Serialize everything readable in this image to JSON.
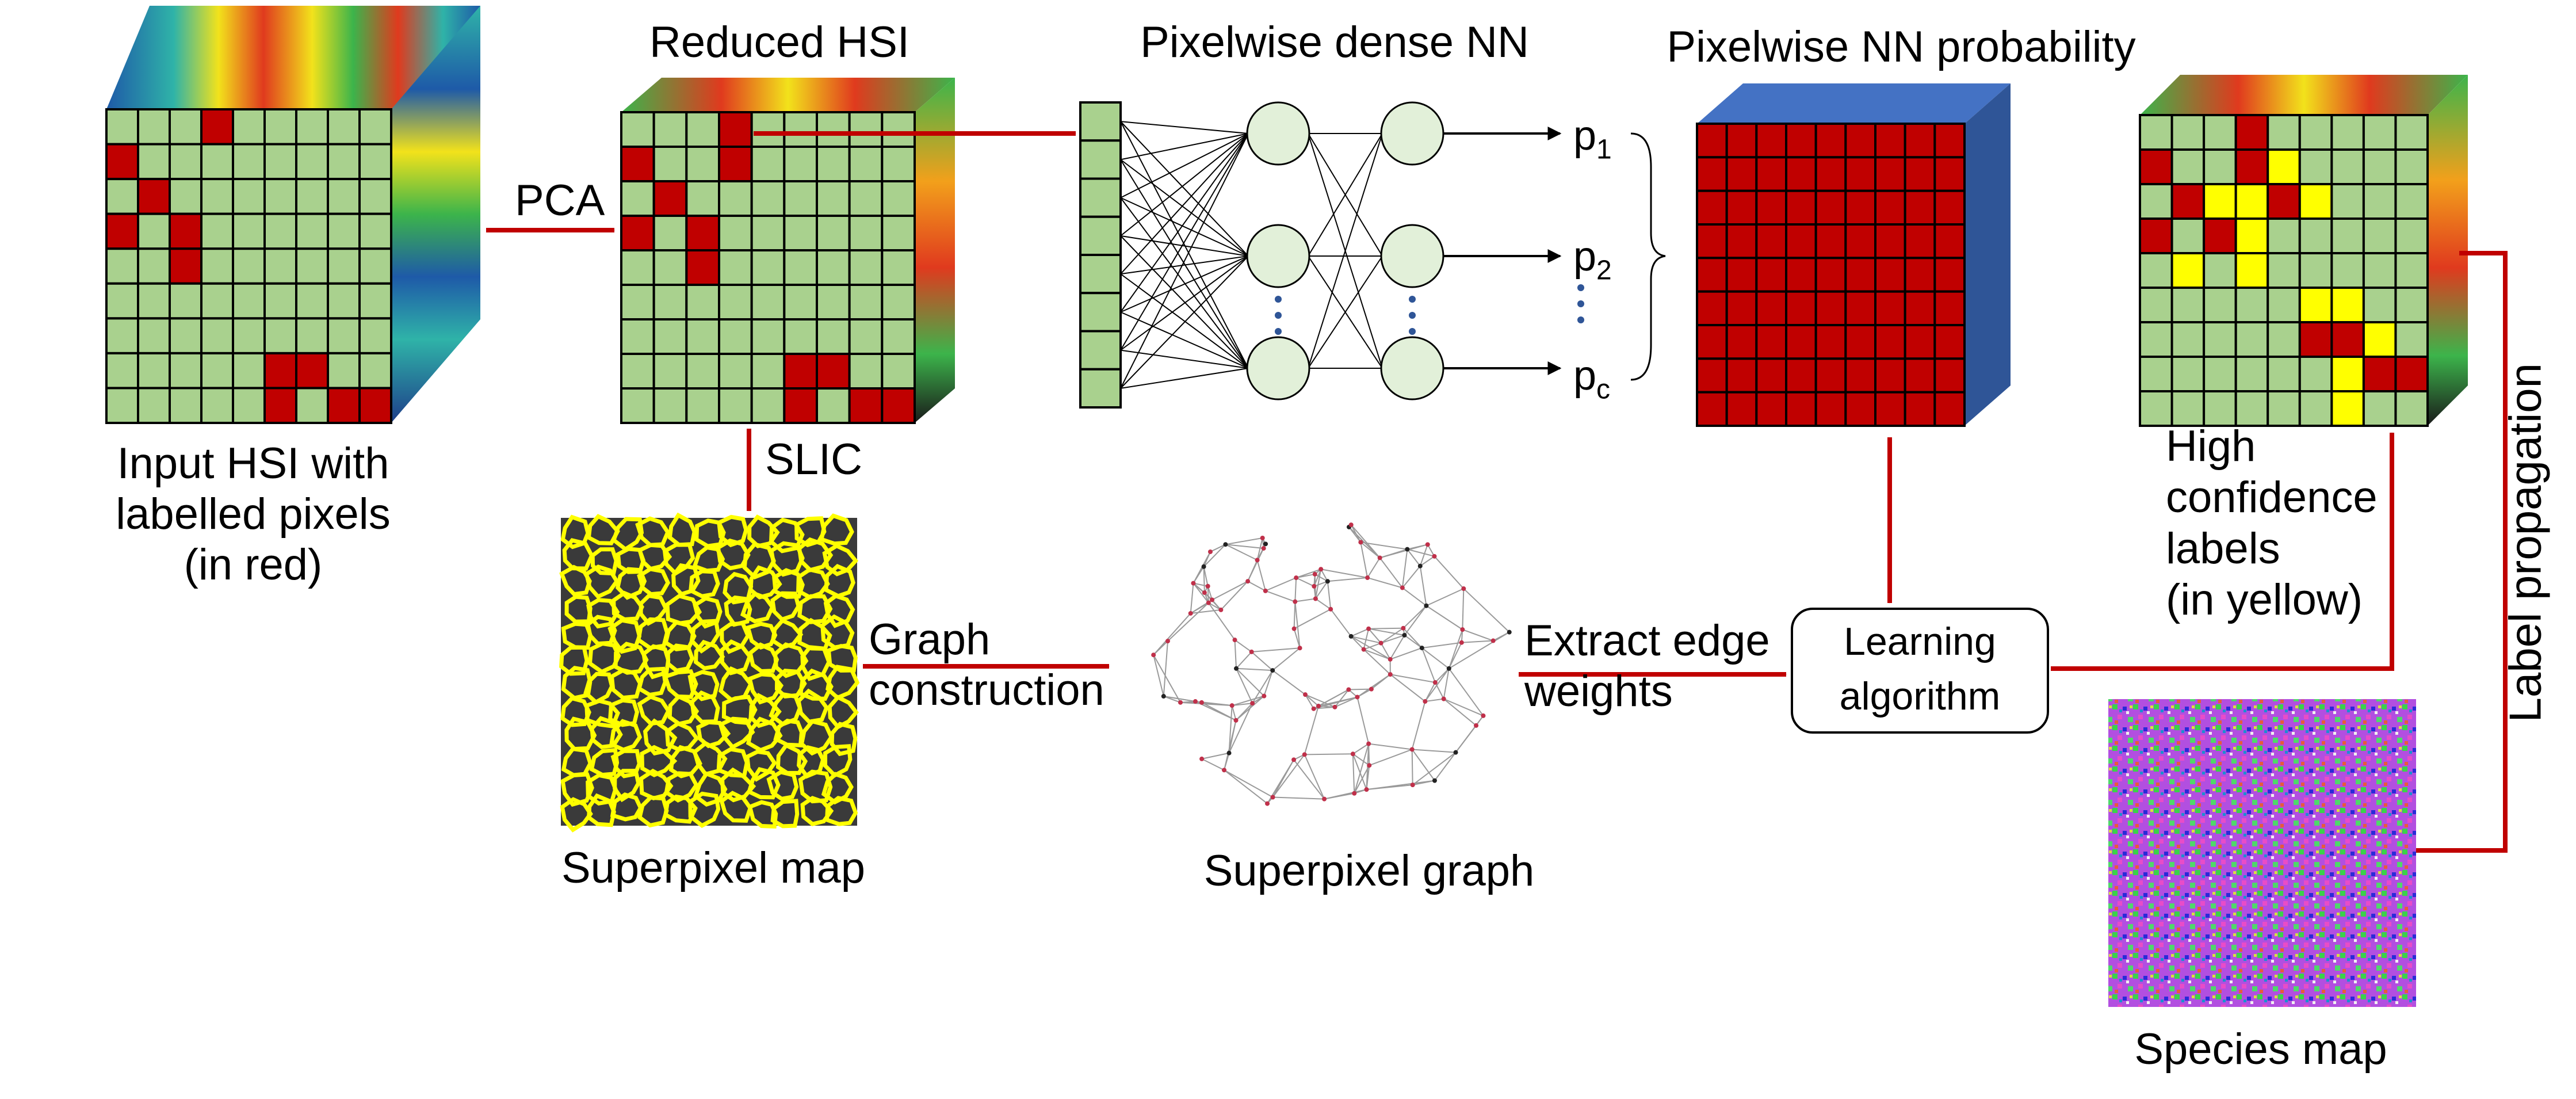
{
  "labels": {
    "input_hsi": [
      "Input HSI with",
      "labelled pixels",
      "(in red)"
    ],
    "pca": "PCA",
    "reduced_hsi": "Reduced HSI",
    "slic": "SLIC",
    "pixelwise_dense_nn": "Pixelwise dense NN",
    "pixelwise_nn_probability": "Pixelwise NN probability",
    "p1": "p",
    "p1_sub": "1",
    "p2": "p",
    "p2_sub": "2",
    "pc": "p",
    "pc_sub": "c",
    "superpixel_map": "Superpixel map",
    "graph_construction": [
      "Graph",
      "construction"
    ],
    "superpixel_graph": "Superpixel graph",
    "extract_edge_weights": [
      "Extract edge",
      "weights"
    ],
    "learning_algorithm": [
      "Learning",
      "algorithm"
    ],
    "high_confidence_labels": [
      "High",
      "confidence",
      "labels",
      "(in yellow)"
    ],
    "label_propagation": "Label propagation",
    "species_map": "Species map"
  },
  "colors": {
    "arrow": "#c00000",
    "cell_green": "#a9d18e",
    "cell_red": "#c00000",
    "cell_yellow": "#ffff00",
    "cube_blue_top": "#4472c4",
    "cube_blue_side": "#2f5597",
    "superpixel_boundary": "#ffff00",
    "neuron_fill": "#e2f0d9"
  }
}
